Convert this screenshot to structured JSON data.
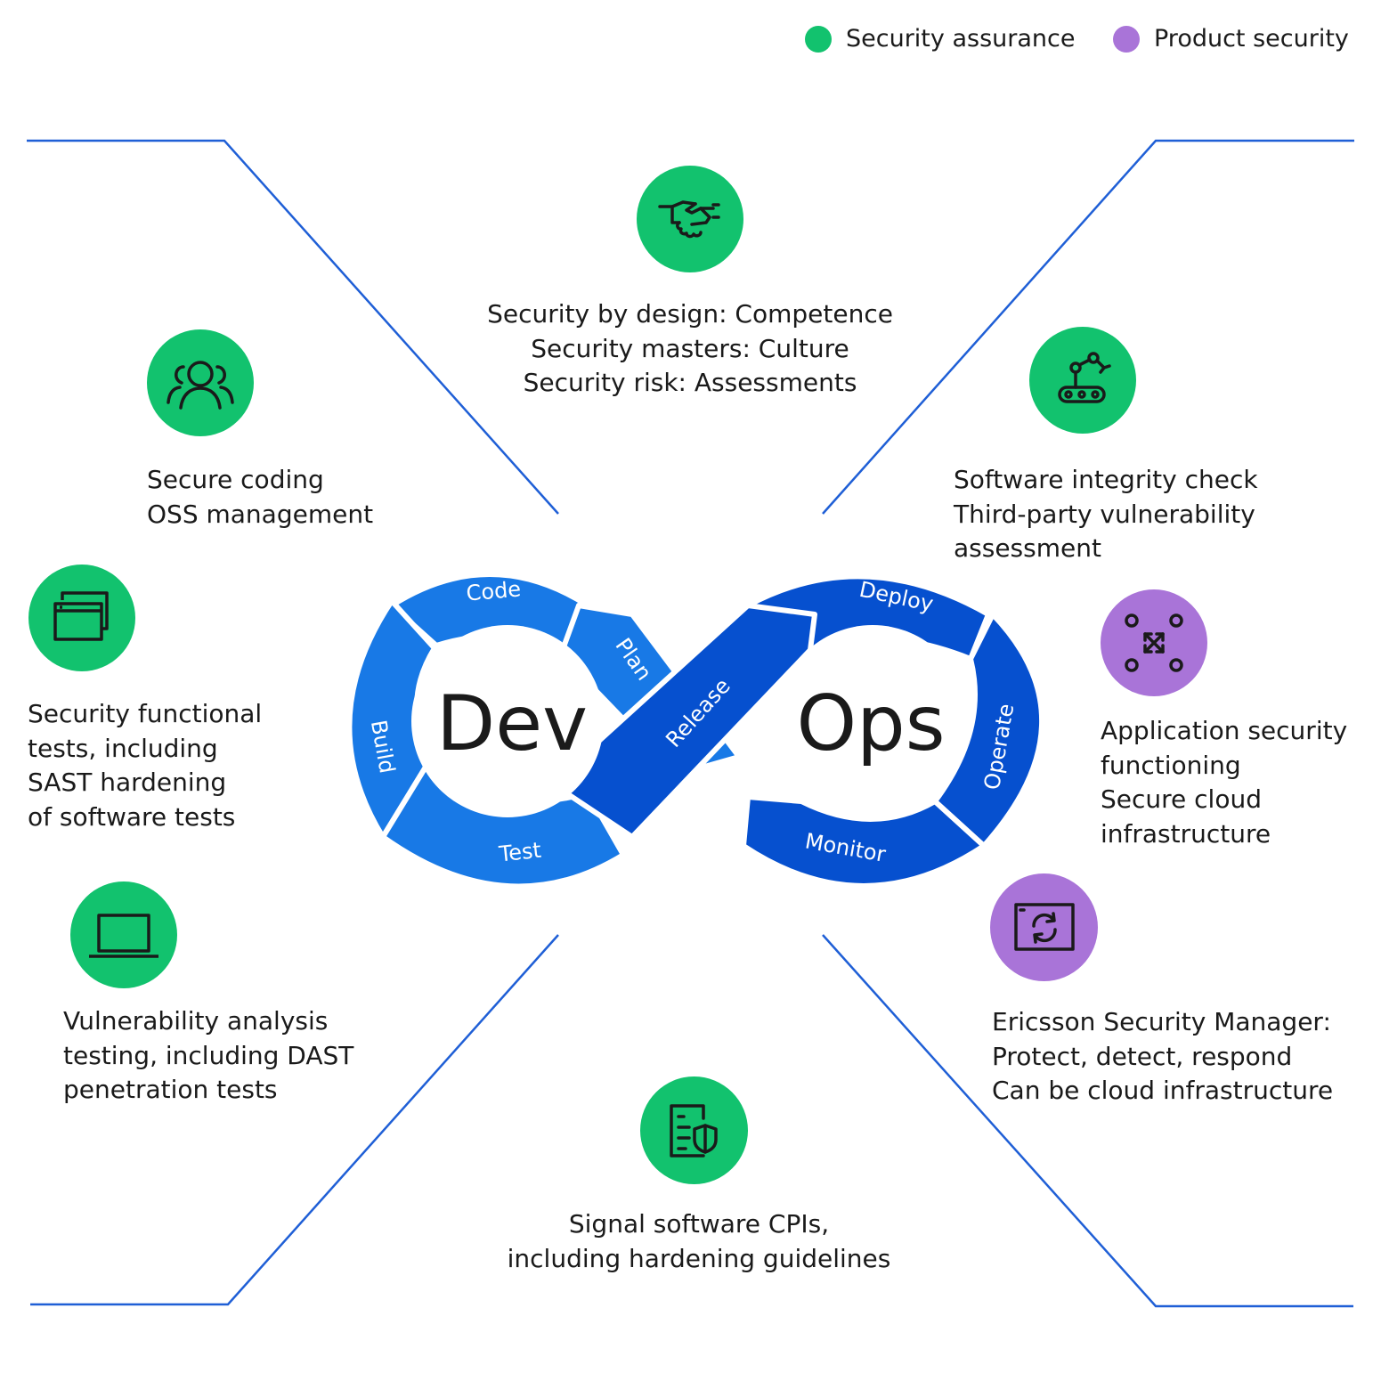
{
  "legend": [
    {
      "label": "Security assurance",
      "color": "#12c26e"
    },
    {
      "label": "Product security",
      "color": "#a974d8"
    }
  ],
  "colors": {
    "security_assurance": "#12c26e",
    "product_security": "#a974d8",
    "line": "#1f5fd6",
    "loop_light": "#1879e6",
    "loop_dark": "#0650cf"
  },
  "infinity": {
    "dev": "Dev",
    "ops": "Ops",
    "stages": [
      "Code",
      "Plan",
      "Build",
      "Test",
      "Release",
      "Deploy",
      "Operate",
      "Monitor"
    ]
  },
  "blocks": [
    {
      "icon": "handshake-icon",
      "category": "security_assurance",
      "lines": [
        "Security by design: Competence",
        "Security masters: Culture",
        "Security risk: Assessments"
      ]
    },
    {
      "icon": "team-icon",
      "category": "security_assurance",
      "lines": [
        "Secure coding",
        "OSS management"
      ]
    },
    {
      "icon": "robot-arm-icon",
      "category": "security_assurance",
      "lines": [
        "Software integrity check",
        "Third-party vulnerability",
        "assessment"
      ]
    },
    {
      "icon": "windows-icon",
      "category": "security_assurance",
      "lines": [
        "Security functional",
        "tests, including",
        "SAST hardening",
        "of software tests"
      ]
    },
    {
      "icon": "network-nodes-icon",
      "category": "product_security",
      "lines": [
        "Application security",
        "functioning",
        "Secure cloud",
        "infrastructure"
      ]
    },
    {
      "icon": "laptop-icon",
      "category": "security_assurance",
      "lines": [
        "Vulnerability analysis",
        "testing, including DAST",
        "penetration tests"
      ]
    },
    {
      "icon": "refresh-screen-icon",
      "category": "product_security",
      "lines": [
        "Ericsson Security Manager:",
        "Protect, detect, respond",
        "Can be cloud infrastructure"
      ]
    },
    {
      "icon": "document-shield-icon",
      "category": "security_assurance",
      "lines": [
        "Signal software CPIs,",
        "including hardening guidelines"
      ]
    }
  ]
}
